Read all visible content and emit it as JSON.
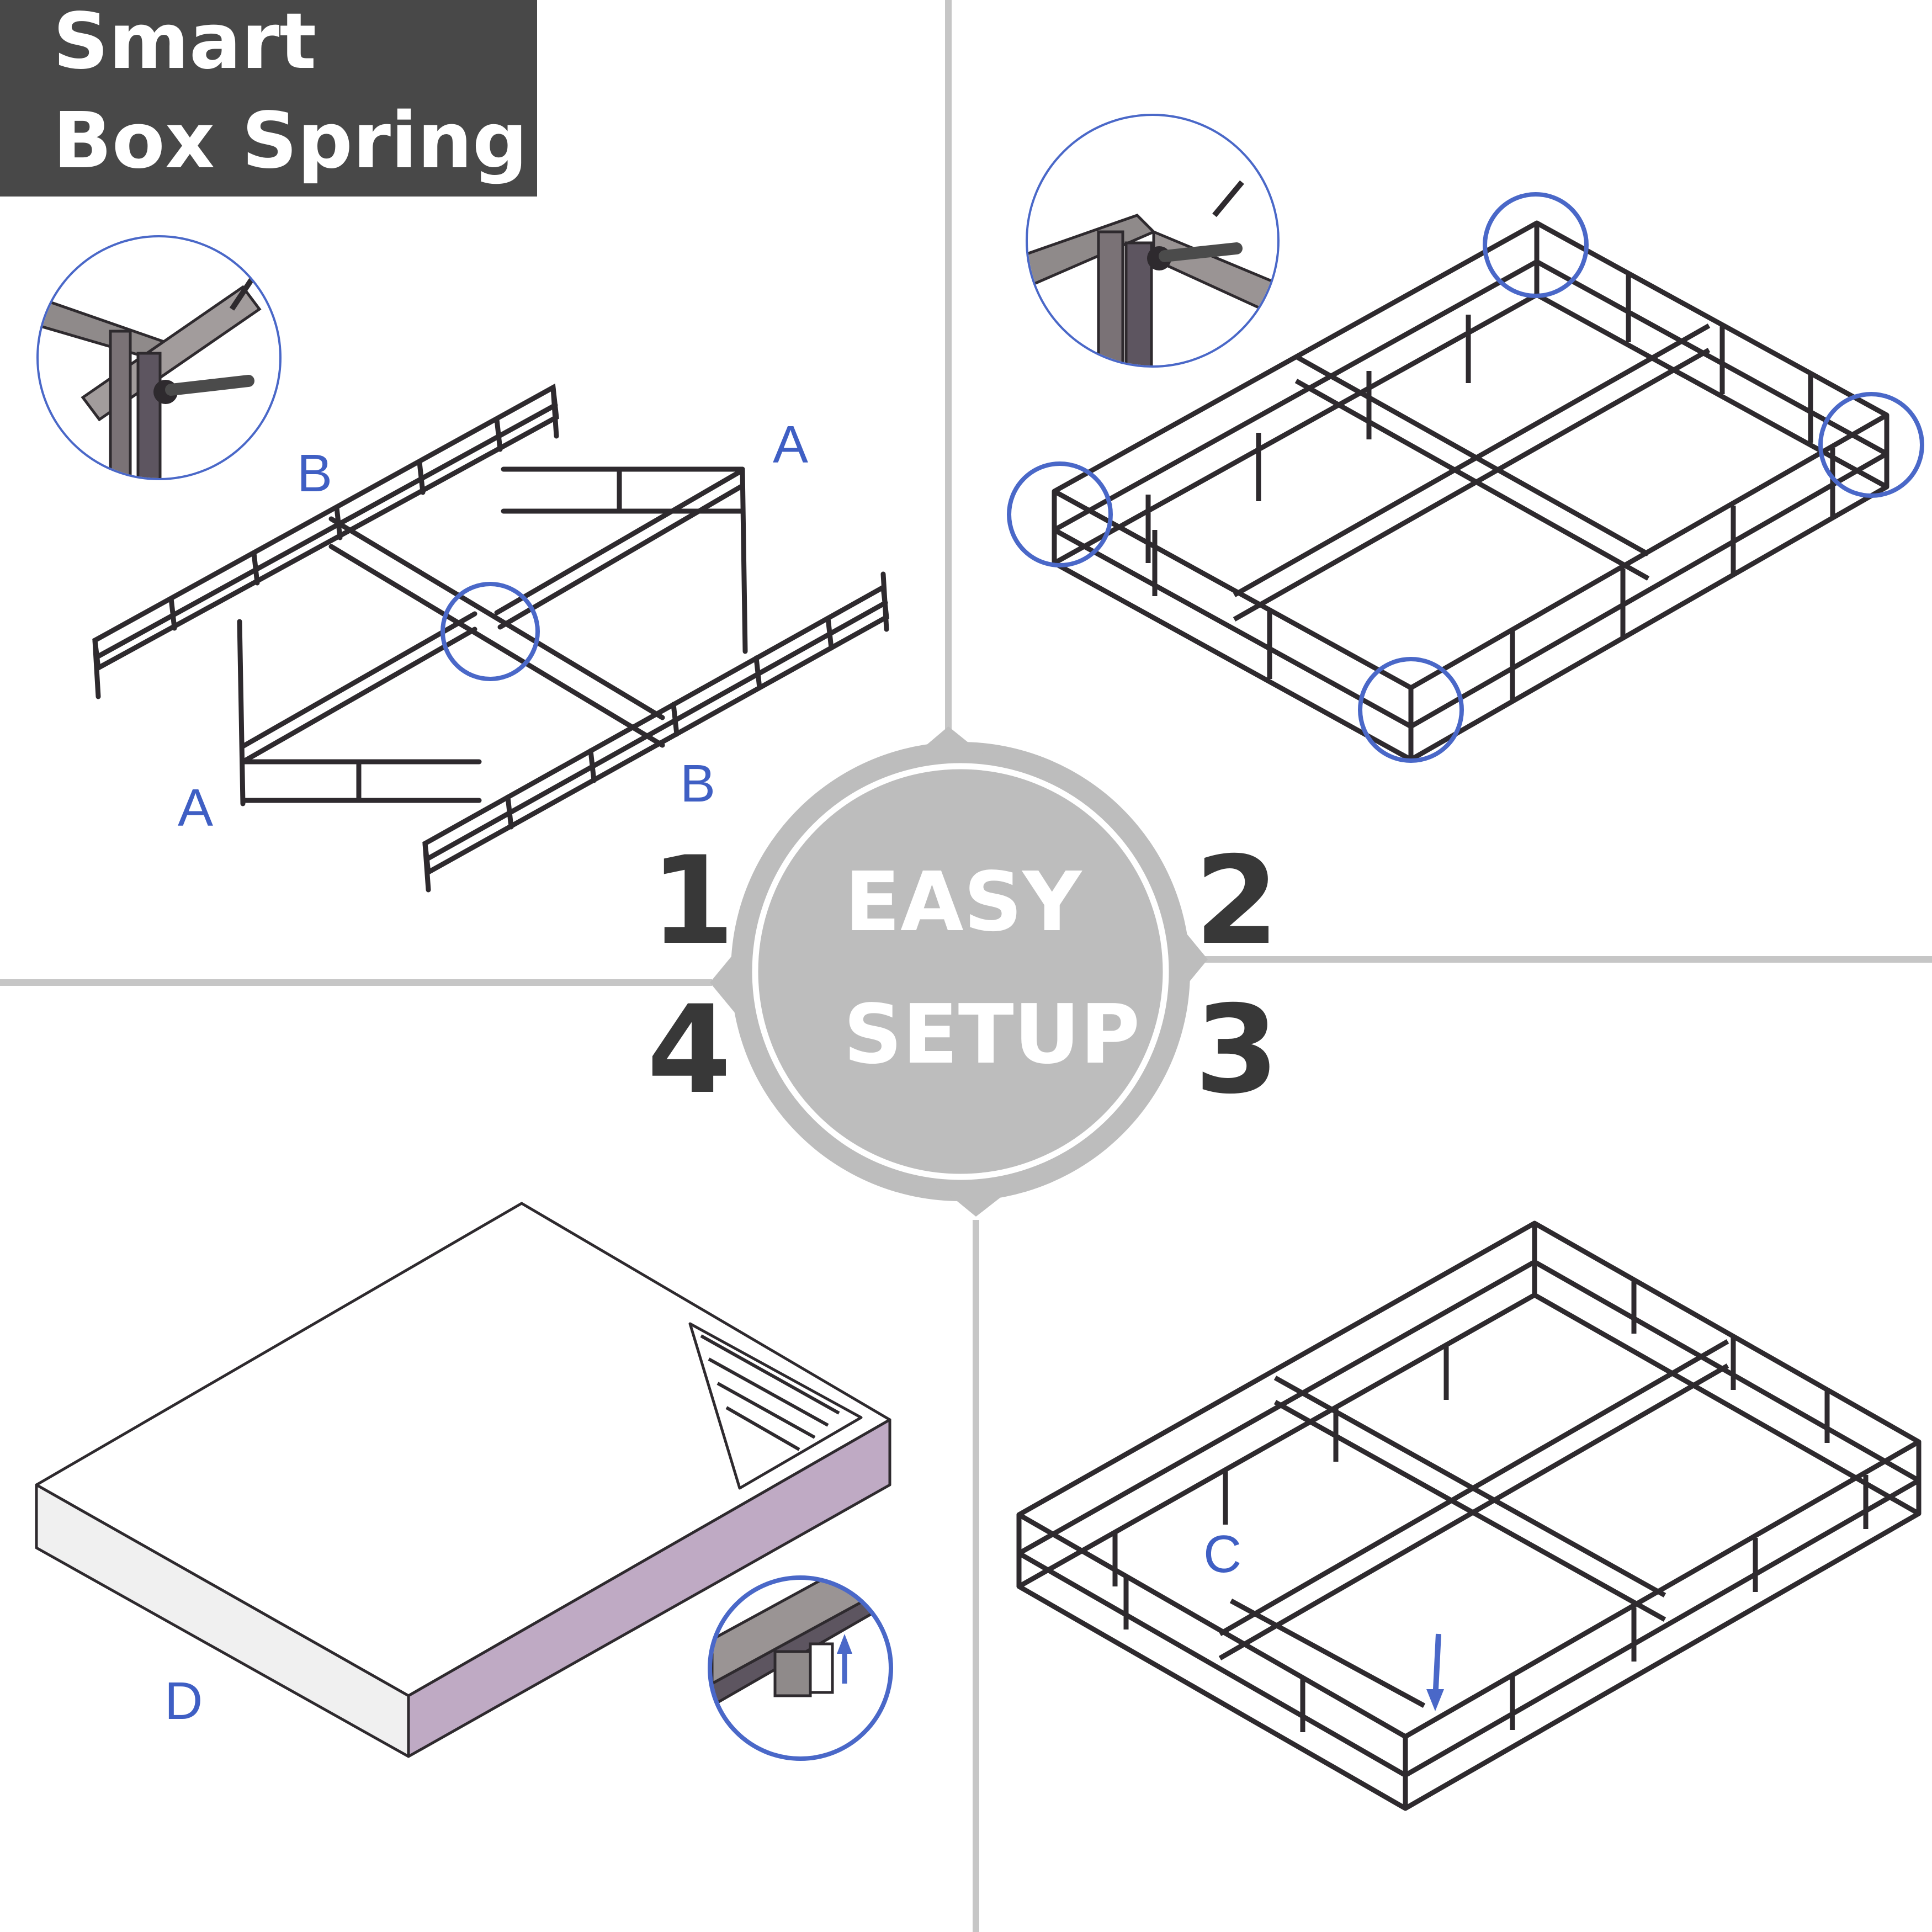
{
  "title": {
    "line1": "Smart",
    "line2": "Box Spring"
  },
  "hub": {
    "line1": "EASY",
    "line2": "SETUP"
  },
  "steps": [
    "1",
    "2",
    "3",
    "4"
  ],
  "labels": {
    "a": "A",
    "b": "B",
    "c": "C",
    "d": "D"
  },
  "colors": {
    "divider": "#c6c6c6",
    "hub": "#bdbdbd",
    "title_bg": "#484848",
    "frame": "#2e2a2e",
    "highlight": "#4a68c8",
    "side_panel": "#bfaac4",
    "front_panel": "#f0f0f0"
  },
  "icons": [
    "magnifier-detail-circle",
    "arrow-down-icon",
    "arrow-up-icon"
  ]
}
